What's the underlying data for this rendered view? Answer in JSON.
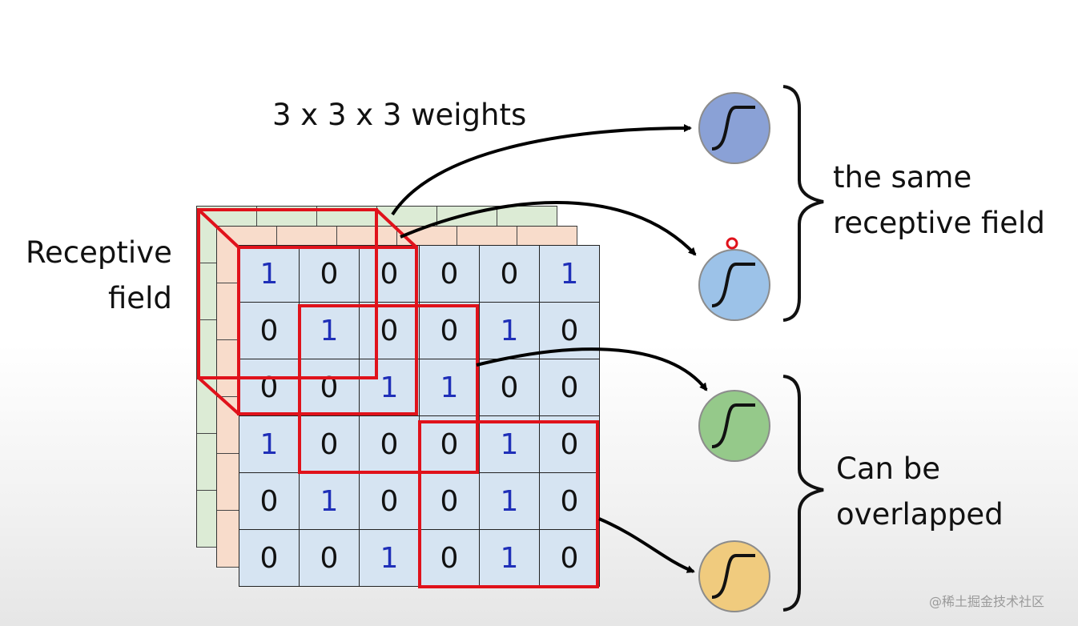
{
  "labels": {
    "weights": "3 x 3 x 3 weights",
    "receptive_line1": "Receptive",
    "receptive_line2": "field",
    "same_line1": "the same",
    "same_line2": "receptive field",
    "overlap_line1": "Can be",
    "overlap_line2": "overlapped"
  },
  "matrix": [
    [
      1,
      0,
      0,
      0,
      0,
      1
    ],
    [
      0,
      1,
      0,
      0,
      1,
      0
    ],
    [
      0,
      0,
      1,
      1,
      0,
      0
    ],
    [
      1,
      0,
      0,
      0,
      1,
      0
    ],
    [
      0,
      1,
      0,
      0,
      1,
      0
    ],
    [
      0,
      0,
      1,
      0,
      1,
      0
    ]
  ],
  "neurons": [
    {
      "name": "neuron-blue-1",
      "color": "#8aa1d6"
    },
    {
      "name": "neuron-blue-2",
      "color": "#9cc2e8"
    },
    {
      "name": "neuron-green",
      "color": "#95c98a"
    },
    {
      "name": "neuron-orange",
      "color": "#f0cb7e"
    }
  ],
  "colors": {
    "highlight": "#e0121b",
    "one_digit": "#1f2fb8"
  },
  "watermark": "@稀土掘金技术社区"
}
